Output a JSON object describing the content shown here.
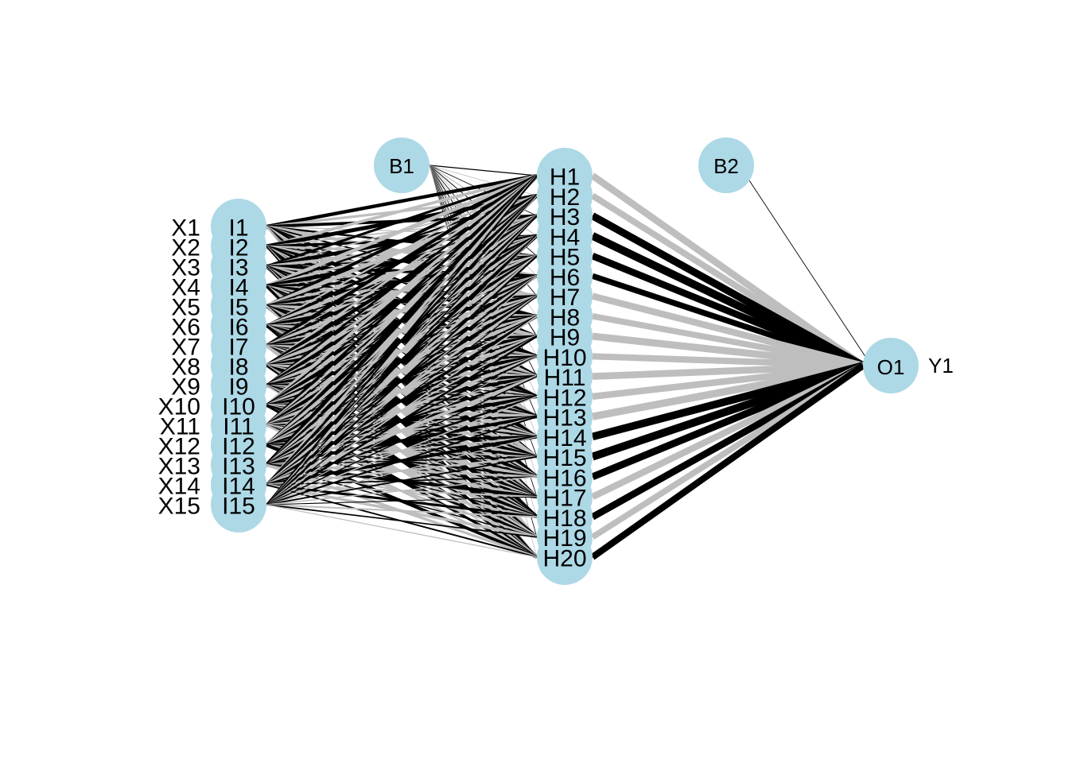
{
  "colors": {
    "node": "#add8e6",
    "positive": "#000000",
    "negative": "#bebebe"
  },
  "input_labels": [
    "X1",
    "X2",
    "X3",
    "X4",
    "X5",
    "X6",
    "X7",
    "X8",
    "X9",
    "X10",
    "X11",
    "X12",
    "X13",
    "X14",
    "X15"
  ],
  "input_nodes": [
    "I1",
    "I2",
    "I3",
    "I4",
    "I5",
    "I6",
    "I7",
    "I8",
    "I9",
    "I10",
    "I11",
    "I12",
    "I13",
    "I14",
    "I15"
  ],
  "hidden_nodes": [
    "H1",
    "H2",
    "H3",
    "H4",
    "H5",
    "H6",
    "H7",
    "H8",
    "H9",
    "H10",
    "H11",
    "H12",
    "H13",
    "H14",
    "H15",
    "H16",
    "H17",
    "H18",
    "H19",
    "H20"
  ],
  "bias_nodes": [
    "B1",
    "B2"
  ],
  "output_nodes": [
    "O1"
  ],
  "output_labels": [
    "Y1"
  ],
  "weights": {
    "b1_hidden": [
      1.2,
      -0.8,
      0.5,
      -1.1,
      0.9,
      -0.6,
      0.4,
      -0.7,
      1.0,
      -0.5,
      0.6,
      -0.9,
      0.3,
      -0.4,
      0.8,
      -0.3,
      0.5,
      -0.6,
      0.7,
      -0.4
    ],
    "input_hidden": [
      [
        2.1,
        -1.5,
        1.8,
        -0.6,
        1.2,
        -2.0,
        0.9,
        -1.1,
        1.6,
        -0.8,
        2.3,
        -1.4,
        0.7,
        -1.9,
        1.1,
        -0.5,
        1.4,
        -1.2,
        0.6,
        -0.9
      ],
      [
        -1.8,
        2.4,
        -0.9,
        1.6,
        -1.3,
        0.8,
        -2.1,
        1.5,
        -0.7,
        1.9,
        -1.1,
        0.6,
        -1.6,
        1.2,
        -0.9,
        2.0,
        -0.6,
        1.3,
        -1.5,
        0.8
      ],
      [
        1.5,
        -0.9,
        2.2,
        -1.7,
        0.8,
        1.9,
        -1.2,
        0.7,
        -2.0,
        1.3,
        -0.6,
        1.8,
        -1.0,
        0.9,
        -1.6,
        1.1,
        -0.8,
        2.1,
        -1.3,
        0.6
      ],
      [
        -2.2,
        1.1,
        -1.6,
        2.3,
        -0.7,
        1.4,
        -0.9,
        2.0,
        -1.2,
        0.8,
        -1.8,
        1.3,
        -0.6,
        1.7,
        -1.1,
        0.9,
        -1.9,
        0.7,
        -1.4,
        1.6
      ],
      [
        1.9,
        -2.3,
        0.8,
        -1.2,
        2.0,
        -0.9,
        1.5,
        -1.7,
        0.6,
        -1.4,
        1.2,
        -0.8,
        2.2,
        -1.0,
        0.7,
        -1.6,
        1.3,
        -0.9,
        1.8,
        -1.2
      ],
      [
        -1.1,
        1.7,
        -2.0,
        0.9,
        -1.5,
        2.2,
        -0.8,
        1.2,
        -1.8,
        0.7,
        -1.3,
        1.9,
        -0.9,
        1.4,
        -2.1,
        0.8,
        -1.2,
        1.6,
        -0.7,
        1.3
      ],
      [
        2.0,
        -0.7,
        1.3,
        -1.9,
        0.9,
        -1.2,
        2.1,
        -0.8,
        1.4,
        -1.6,
        0.8,
        -1.1,
        1.7,
        -2.0,
        1.2,
        -0.9,
        1.6,
        -1.3,
        0.9,
        -1.8
      ],
      [
        -1.4,
        2.1,
        -1.0,
        1.5,
        -2.2,
        0.9,
        -1.3,
        1.8,
        -0.8,
        1.2,
        -1.9,
        0.7,
        -1.5,
        1.1,
        -0.7,
        1.9,
        -1.0,
        1.4,
        -2.0,
        1.1
      ],
      [
        1.3,
        -1.6,
        1.9,
        -0.8,
        1.4,
        -1.8,
        0.7,
        -1.3,
        2.2,
        -0.9,
        1.6,
        -1.2,
        0.8,
        -1.5,
        1.9,
        -0.7,
        1.2,
        -1.7,
        1.0,
        -0.8
      ],
      [
        -1.9,
        0.9,
        -1.4,
        2.0,
        -1.0,
        1.3,
        -1.7,
        0.8,
        -1.2,
        2.1,
        -0.8,
        1.5,
        -2.0,
        0.9,
        -1.4,
        1.2,
        -0.9,
        1.8,
        -1.1,
        1.5
      ],
      [
        1.6,
        -1.2,
        0.8,
        -1.5,
        1.9,
        -0.7,
        1.3,
        -2.1,
        0.9,
        -1.1,
        1.8,
        -1.6,
        1.0,
        -0.8,
        1.5,
        -1.9,
        0.7,
        -1.0,
        1.4,
        -1.3
      ],
      [
        -1.2,
        1.8,
        -1.7,
        0.7,
        -1.4,
        1.6,
        -1.1,
        0.9,
        -1.9,
        1.4,
        -0.7,
        2.0,
        -1.3,
        1.6,
        -0.9,
        1.1,
        -1.5,
        0.8,
        -1.2,
        1.9
      ],
      [
        2.2,
        -1.0,
        1.4,
        -1.3,
        0.7,
        -1.5,
        1.8,
        -0.9,
        1.2,
        -1.7,
        1.1,
        -0.8,
        1.9,
        -1.2,
        0.8,
        -1.4,
        2.0,
        -1.1,
        0.7,
        -1.6
      ],
      [
        -1.5,
        1.3,
        -0.8,
        1.8,
        -1.6,
        1.0,
        -1.4,
        1.7,
        -0.9,
        1.0,
        -2.0,
        1.2,
        -0.7,
        1.9,
        -1.3,
        0.8,
        -1.1,
        1.5,
        -1.7,
        0.9
      ],
      [
        1.0,
        -0.6,
        0.8,
        -0.5,
        1.1,
        -0.7,
        0.6,
        -0.9,
        1.2,
        -0.5,
        0.7,
        -0.8,
        1.0,
        -0.6,
        0.9,
        -0.7,
        0.5,
        -1.0,
        0.8,
        -0.6
      ]
    ],
    "b2_output": [
      0.9
    ],
    "hidden_output": [
      -2.6,
      -2.4,
      2.8,
      3.0,
      2.6,
      2.2,
      -2.5,
      -2.3,
      -2.7,
      -2.4,
      -2.6,
      -2.5,
      -2.8,
      2.9,
      3.0,
      2.7,
      -2.5,
      2.6,
      -2.3,
      2.5
    ]
  }
}
